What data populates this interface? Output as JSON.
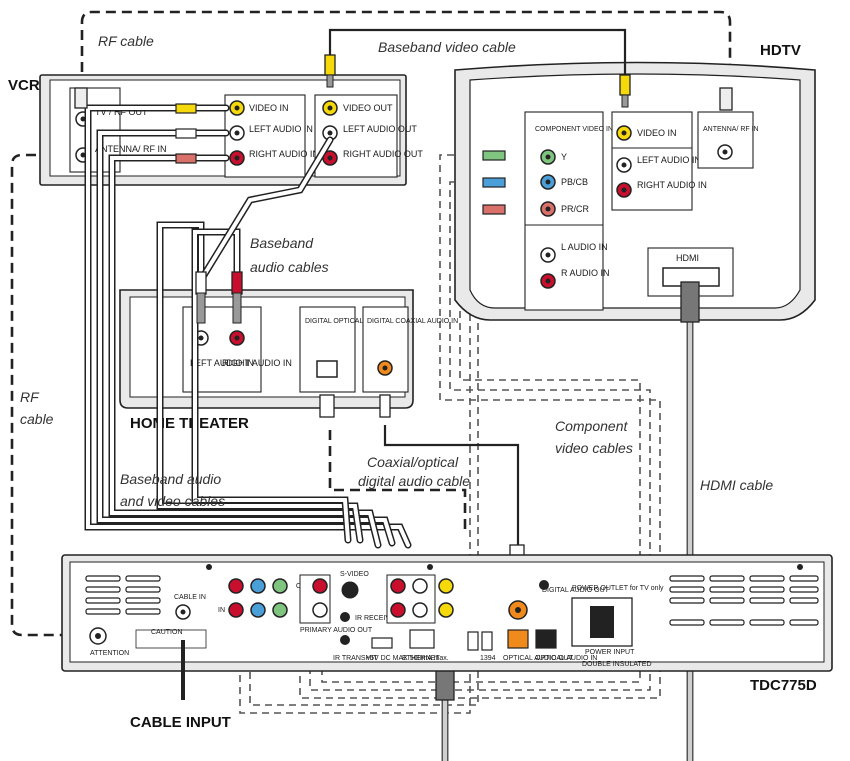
{
  "devices": {
    "vcr": {
      "title": "VCR",
      "tv_rf_out": "TV / RF OUT",
      "antenna_rf_in": "ANTENNA/ RF IN",
      "video_in": "VIDEO IN",
      "left_audio_in": "LEFT AUDIO IN",
      "right_audio_in": "RIGHT AUDIO IN",
      "video_out": "VIDEO OUT",
      "left_audio_out": "LEFT AUDIO OUT",
      "right_audio_out": "RIGHT AUDIO OUT"
    },
    "hdtv": {
      "title": "HDTV",
      "component_video_in": "COMPONENT VIDEO IN",
      "y": "Y",
      "pbcb": "PB/CB",
      "prcr": "PR/CR",
      "l_audio_in": "L AUDIO IN",
      "r_audio_in": "R AUDIO IN",
      "video_in": "VIDEO IN",
      "left_audio_in": "LEFT AUDIO IN",
      "right_audio_in": "RIGHT AUDIO IN",
      "antenna_rf_in": "ANTENNA/ RF IN",
      "hdmi": "HDMI"
    },
    "home_theater": {
      "title": "HOME  THEATER",
      "left_audio_in": "LEFT AUDIO IN",
      "right_audio_in": "RIGHT AUDIO IN",
      "digital_optical_audio_in": "DIGITAL OPTICAL AUDIO IN",
      "digital_coaxial_audio_in": "DIGITAL COAXIAL AUDIO IN"
    },
    "tdc": {
      "title": "TDC775D",
      "cable_in": "CABLE IN",
      "in": "IN",
      "out": "OUT",
      "svideo": "S-VIDEO",
      "primary_audio_out": "PRIMARY AUDIO OUT",
      "ir_receive": "IR RECEIVE",
      "ir_transmit": "IR TRANSMIT",
      "ethernet": "ETHERNET",
      "usb_rating": "+5V DC MAX 500mA max.",
      "ieee1394": "1394",
      "optical_audio_out": "OPTICAL AUDIO OUT",
      "digital_audio_out": "DIGITAL AUDIO OUT",
      "optical_audio_in": "OPTICAL AUDIO IN",
      "power_outlet": "POWER OUTLET for TV only",
      "power_input": "POWER INPUT",
      "double_insulated": "DOUBLE INSULATED",
      "caution": "CAUTION",
      "attention": "ATTENTION"
    }
  },
  "captions": {
    "rf_cable_top": "RF cable",
    "baseband_video_cable": "Baseband video cable",
    "baseband_audio_cables_1": "Baseband",
    "baseband_audio_cables_2": "audio cables",
    "rf_cable_left_1": "RF",
    "rf_cable_left_2": "cable",
    "baseband_av_1": "Baseband audio",
    "baseband_av_2": "and video cables",
    "coaxial_optical_1": "Coaxial/optical",
    "coaxial_optical_2": "digital audio cable",
    "component_video_1": "Component",
    "component_video_2": "video cables",
    "hdmi_cable": "HDMI cable",
    "cable_input": "CABLE INPUT"
  },
  "colors": {
    "yellow": "#f5d90a",
    "white": "#ffffff",
    "red": "#c8102e",
    "green": "#7fc47f",
    "blue": "#4a9fd8",
    "pinkred": "#d9706a",
    "orange": "#f08a1c"
  }
}
